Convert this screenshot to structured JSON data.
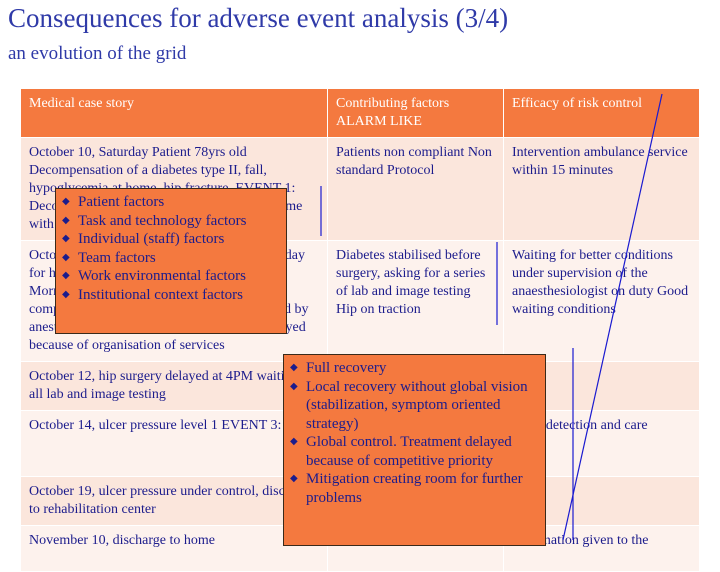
{
  "slide": {
    "title": "Consequences for adverse event analysis (3/4)",
    "subtitle": "an evolution of the grid"
  },
  "table": {
    "headers": [
      "Medical case story",
      "Contributing factors ALARM LIKE",
      "Efficacy of risk control"
    ],
    "rows": [
      [
        "October 10, Saturday Patient 78yrs old Decompensation of a diabetes type II,  fall, hypoglycemia at home, hip fracture. EVENT 1: Decompensation of the diabetes and fall at home with hip fracture",
        "Patients non compliant Non standard Protocol",
        "Intervention ambulance service within 15 minutes"
      ],
      [
        "October 11, Sunday: Hospitalisation on a Sunday for hip fracture and diabetes decompensation. Morning hip surgery delayed waiting for a complete evaluation of lab and images ordered by anesthesiologist. EVENT 2 : Hip surgery delayed because of organisation of services",
        "Diabetes stabilised before surgery, asking for a series of lab and image testing Hip on traction",
        "Waiting for  better conditions under supervision of the anaesthesiologist on duty Good waiting conditions"
      ],
      [
        "October 12,  hip surgery delayed at 4PM waiting for all lab and image testing",
        "",
        ""
      ],
      [
        "October 14, ulcer pressure level 1 EVENT 3: Hip",
        "",
        "Early detection and care"
      ],
      [
        "October 19, ulcer pressure under control, discharge to rehabilitation center",
        "",
        ""
      ],
      [
        "November 10, discharge to home",
        "",
        "Information given to the"
      ]
    ]
  },
  "box_left": {
    "items": [
      "Patient factors",
      "Task and technology factors",
      "Individual (staff) factors",
      "Team factors",
      "Work environmental factors",
      "Institutional context factors"
    ]
  },
  "box_right": {
    "items": [
      "Full recovery",
      "Local recovery without global vision (stabilization, symptom oriented strategy)",
      "Global control. Treatment delayed because of competitive priority",
      "Mitigation creating room for further problems"
    ]
  },
  "colors": {
    "title": "#2f3aa8",
    "header_bg": "#f4793f",
    "row_bg": "#fbe6dc",
    "row_alt_bg": "#fdf2ed",
    "text": "#1c1c8c",
    "line": "#1a1ad0"
  },
  "icons": {
    "bullet": "diamond-bullet-icon"
  }
}
